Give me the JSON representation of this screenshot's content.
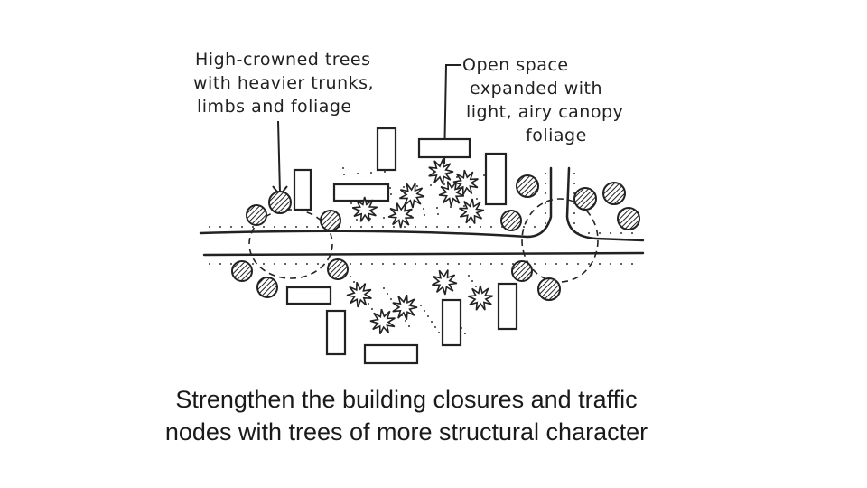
{
  "annotations": {
    "left": [
      "High-crowned trees",
      "with heavier trunks,",
      "limbs and foliage"
    ],
    "right": [
      "Open space",
      "expanded with",
      "light, airy canopy",
      "foliage"
    ]
  },
  "caption": {
    "line1": "Strengthen the building closures and traffic",
    "line2": "nodes with trees of more structural character"
  }
}
